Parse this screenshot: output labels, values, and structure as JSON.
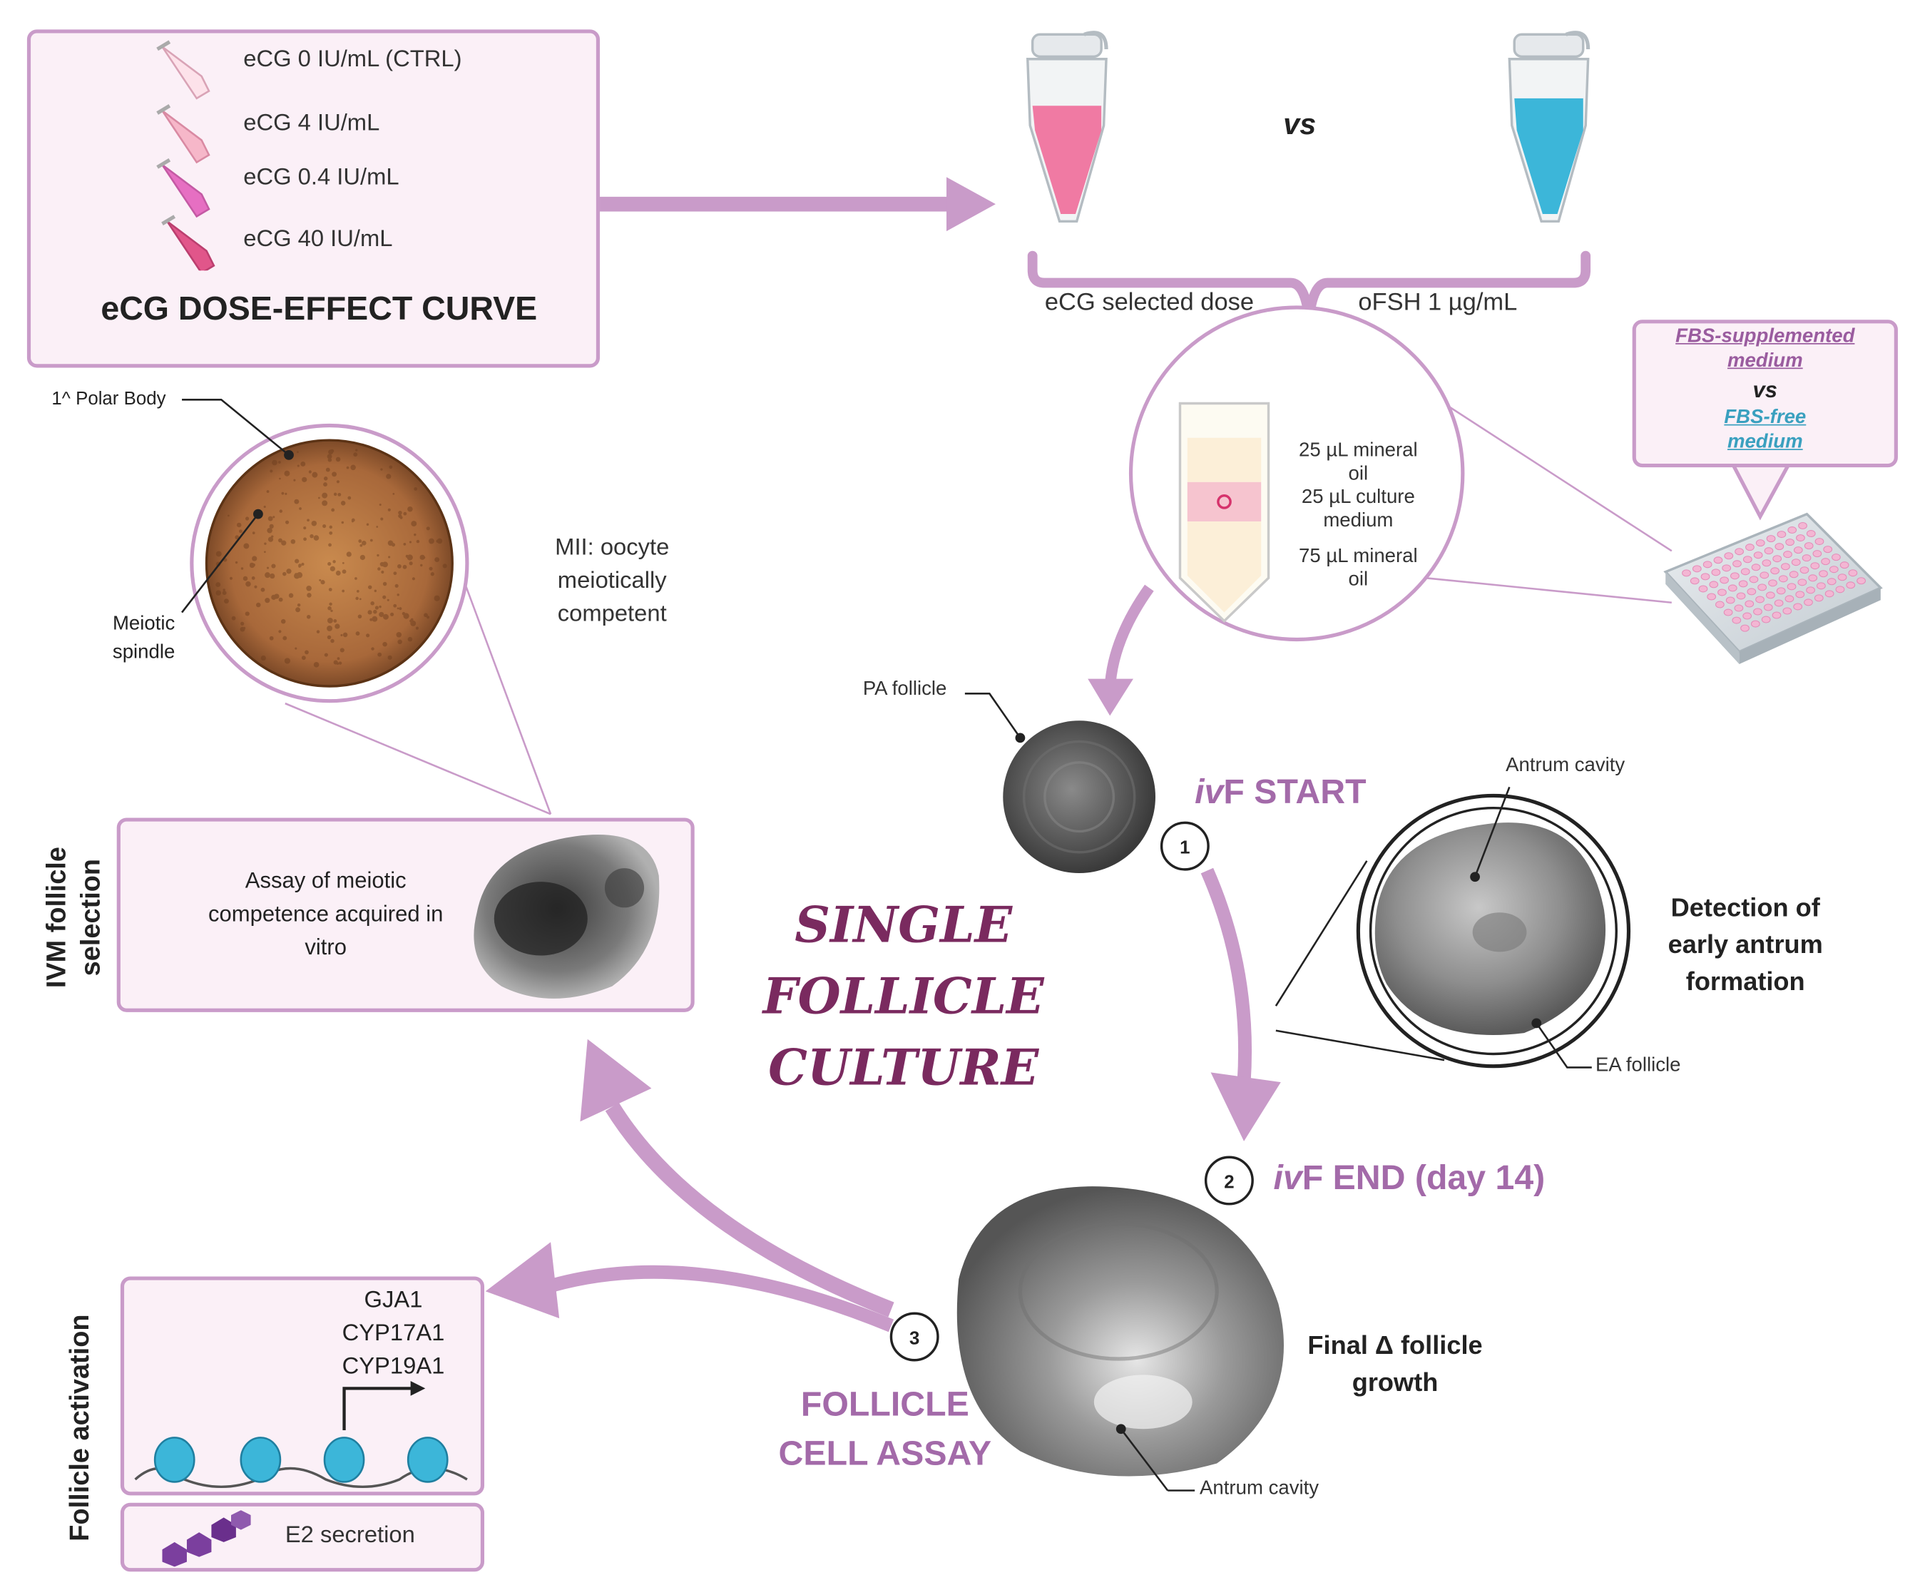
{
  "dose_box": {
    "title": "eCG DOSE-EFFECT CURVE",
    "doses": [
      "eCG 0 IU/mL (CTRL)",
      "eCG 4 IU/mL",
      "eCG 0.4 IU/mL",
      "eCG 40 IU/mL"
    ]
  },
  "comparison": {
    "vs": "vs",
    "left_label": "eCG selected dose",
    "right_label": "oFSH 1 µg/mL"
  },
  "medium_box": {
    "line1": "FBS-supplemented",
    "line2": "medium",
    "vs": "vs",
    "line3": "FBS-free",
    "line4": "medium"
  },
  "droplet": {
    "layer1a": "25 µL mineral",
    "layer1b": "oil",
    "layer2a": "25 µL culture",
    "layer2b": "medium",
    "layer3a": "75 µL mineral",
    "layer3b": "oil"
  },
  "oocyte": {
    "polar_body": "1^ Polar Body",
    "spindle_a": "Meiotic",
    "spindle_b": "spindle",
    "mii_a": "MII: oocyte",
    "mii_b": "meiotically",
    "mii_c": "competent"
  },
  "ivm": {
    "side_label_a": "IVM follicle",
    "side_label_b": "selection",
    "text_a": "Assay of meiotic",
    "text_b": "competence acquired in",
    "text_c": "vitro"
  },
  "center_title": [
    "SINGLE",
    "FOLLICLE",
    "CULTURE"
  ],
  "steps": {
    "pa_follicle": "PA follicle",
    "start_prefix": "iv",
    "start_rest": "F START",
    "one": "1",
    "two": "2",
    "three": "3",
    "end_prefix": "iv",
    "end_rest": "F END (day 14)",
    "cell_assay_a": "FOLLICLE",
    "cell_assay_b": "CELL ASSAY"
  },
  "early_antrum": {
    "antrum_cavity": "Antrum cavity",
    "ea_follicle": "EA follicle",
    "detection_a": "Detection of",
    "detection_b": "early antrum",
    "detection_c": "formation"
  },
  "final": {
    "growth_a": "Final Δ follicle",
    "growth_b": "growth",
    "antrum_cavity": "Antrum cavity"
  },
  "activation": {
    "side_label": "Follicle activation",
    "genes": [
      "GJA1",
      "CYP17A1",
      "CYP19A1"
    ],
    "e2": "E2 secretion"
  },
  "colors": {
    "arrow": "#c99bc9",
    "box_border": "#c99bc9",
    "box_fill": "#fbf0f7",
    "title_purple": "#7a2a5f",
    "step_purple": "#a36aa9",
    "pink_medium": "#f07aa3",
    "blue_medium": "#3cb6d9"
  }
}
